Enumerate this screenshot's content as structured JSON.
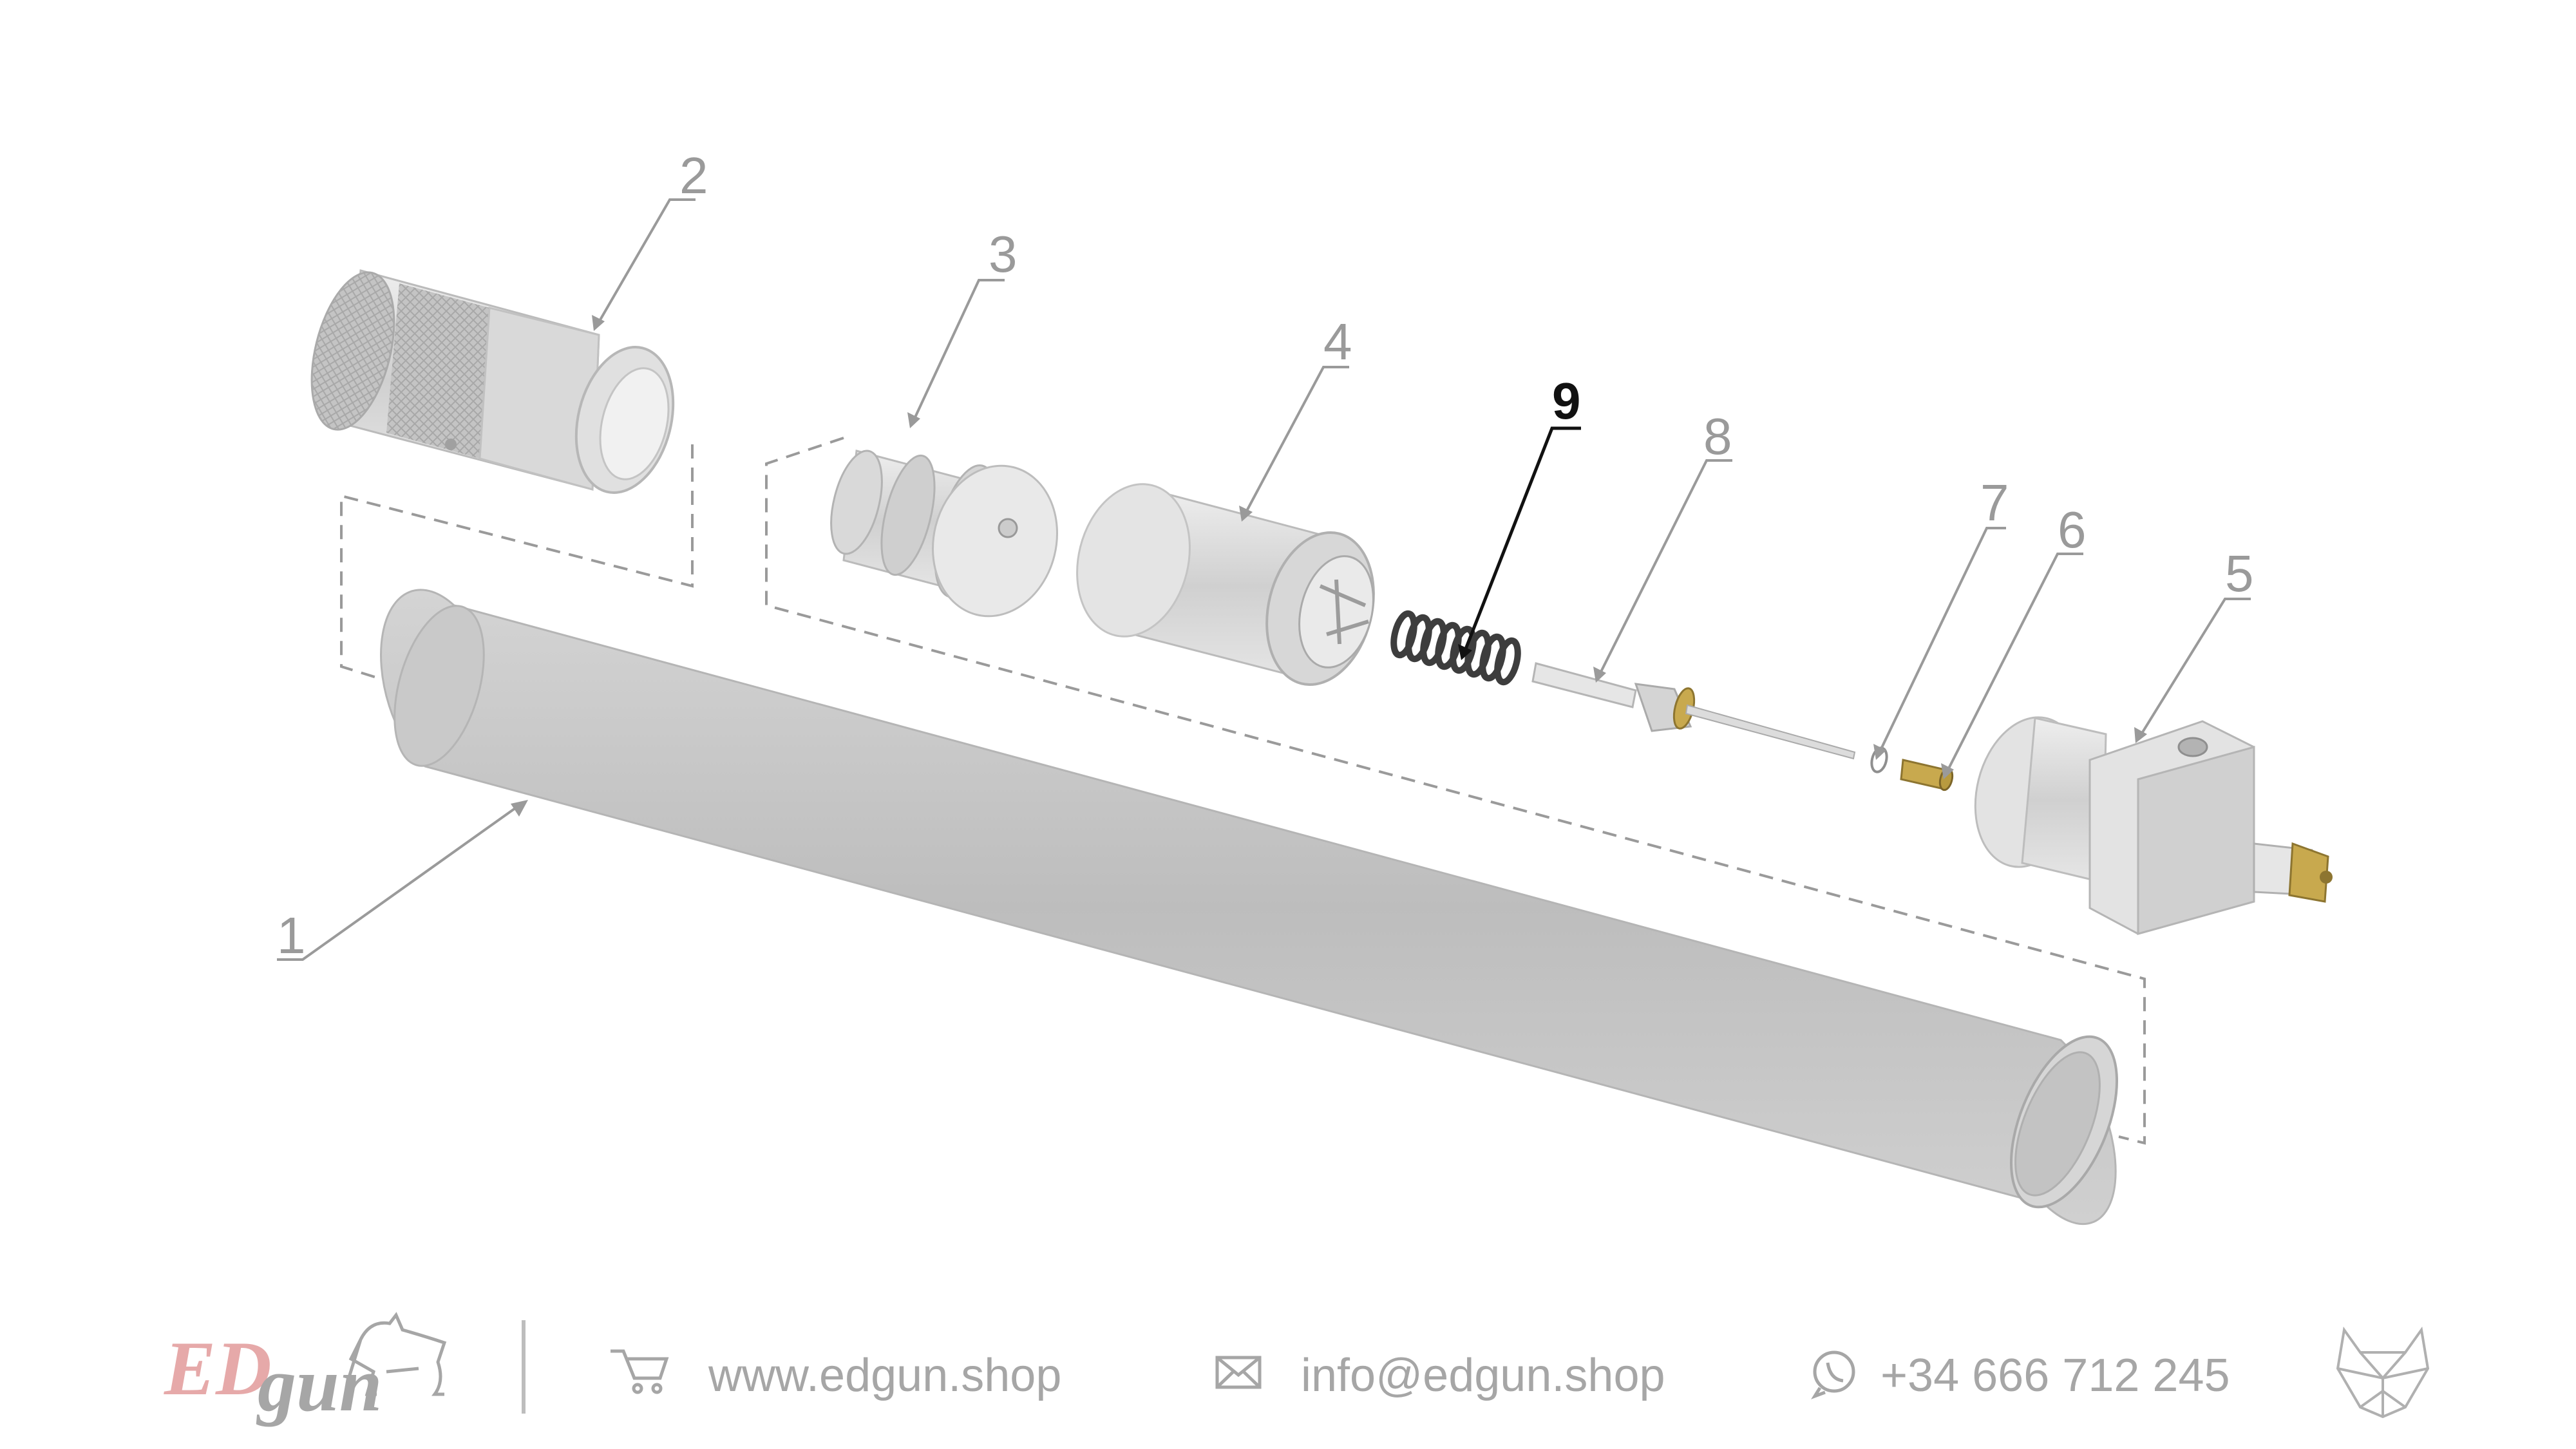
{
  "callouts": [
    {
      "id": "1",
      "label": "1",
      "active": false
    },
    {
      "id": "2",
      "label": "2",
      "active": false
    },
    {
      "id": "3",
      "label": "3",
      "active": false
    },
    {
      "id": "4",
      "label": "4",
      "active": false
    },
    {
      "id": "5",
      "label": "5",
      "active": false
    },
    {
      "id": "6",
      "label": "6",
      "active": false
    },
    {
      "id": "7",
      "label": "7",
      "active": false
    },
    {
      "id": "8",
      "label": "8",
      "active": false
    },
    {
      "id": "9",
      "label": "9",
      "active": true
    }
  ],
  "footer": {
    "brand_ed": "ED",
    "brand_gun": "gun",
    "website": "www.edgun.shop",
    "email": "info@edgun.shop",
    "phone": "+34 666 712 245",
    "icons": [
      "dog-logo-icon",
      "cart-icon",
      "envelope-icon",
      "whatsapp-icon",
      "wolf-logo-icon"
    ]
  },
  "colors": {
    "part_gray": "#c9c9c9",
    "part_light": "#e2e2e2",
    "brass": "#c8a94e",
    "highlight": "#111111",
    "muted": "#9a9a9a",
    "brand_accent": "#e6a9a9"
  }
}
